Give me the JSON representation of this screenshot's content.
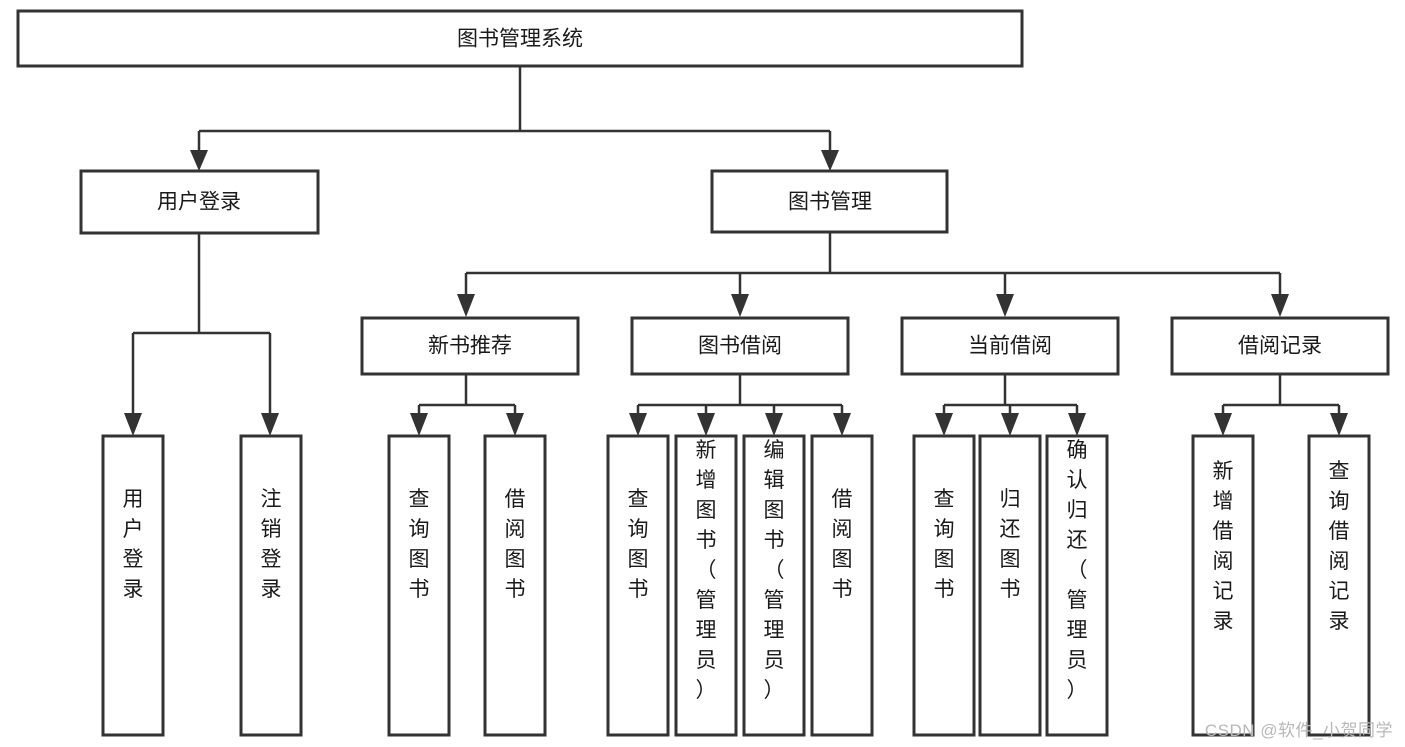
{
  "diagram": {
    "type": "tree",
    "title": "图书管理系统",
    "orientation": "top-down",
    "watermark": "CSDN @软件_小贺同学",
    "colors": {
      "stroke": "#333333",
      "fill": "#ffffff",
      "text": "#1a1a1a",
      "watermark": "#b8b8b8"
    },
    "root": {
      "label": "图书管理系统"
    },
    "level2": [
      {
        "label": "用户登录"
      },
      {
        "label": "图书管理"
      }
    ],
    "level3": [
      {
        "label": "新书推荐"
      },
      {
        "label": "图书借阅"
      },
      {
        "label": "当前借阅"
      },
      {
        "label": "借阅记录"
      }
    ],
    "leaves": {
      "user_login": [
        {
          "label": "用户登录"
        },
        {
          "label": "注销登录"
        }
      ],
      "new_book_recommend": [
        {
          "label": "查询图书"
        },
        {
          "label": "借阅图书"
        }
      ],
      "book_borrow": [
        {
          "label": "查询图书"
        },
        {
          "label": "新增图书（管理员）"
        },
        {
          "label": "编辑图书（管理员）"
        },
        {
          "label": "借阅图书"
        }
      ],
      "current_borrow": [
        {
          "label": "查询图书"
        },
        {
          "label": "归还图书"
        },
        {
          "label": "确认归还（管理员）"
        }
      ],
      "borrow_record": [
        {
          "label": "新增借阅记录"
        },
        {
          "label": "查询借阅记录"
        }
      ]
    }
  }
}
